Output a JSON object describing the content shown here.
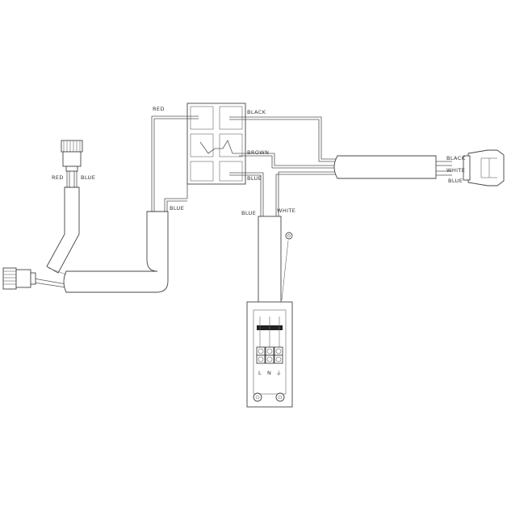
{
  "labels": {
    "red_top": "RED",
    "black_switch": "BLACK",
    "brown": "BROWN",
    "blue_switch": "BLUE",
    "red_left": "RED",
    "blue_left": "BLUE",
    "blue_conduit": "BLUE",
    "blue_box": "BLUE",
    "white_box": "WHITE",
    "black_conn": "BLACK",
    "white_conn": "WHITE",
    "blue_conn": "BLUE",
    "terminal_l": "L",
    "terminal_n": "N",
    "terminal_earth": "⏚"
  },
  "colors": {
    "line": "#555555",
    "background": "#ffffff"
  }
}
